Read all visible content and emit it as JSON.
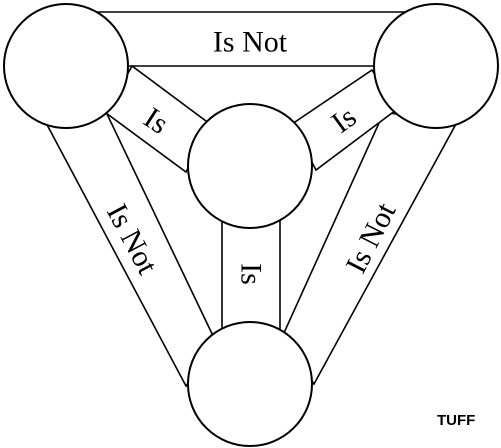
{
  "diagram": {
    "edges": {
      "top": "Is Not",
      "left": "Is Not",
      "right": "Is Not",
      "center_left": "Is",
      "center_right": "Is",
      "center_bottom": "Is"
    },
    "watermark": "TUFF"
  }
}
